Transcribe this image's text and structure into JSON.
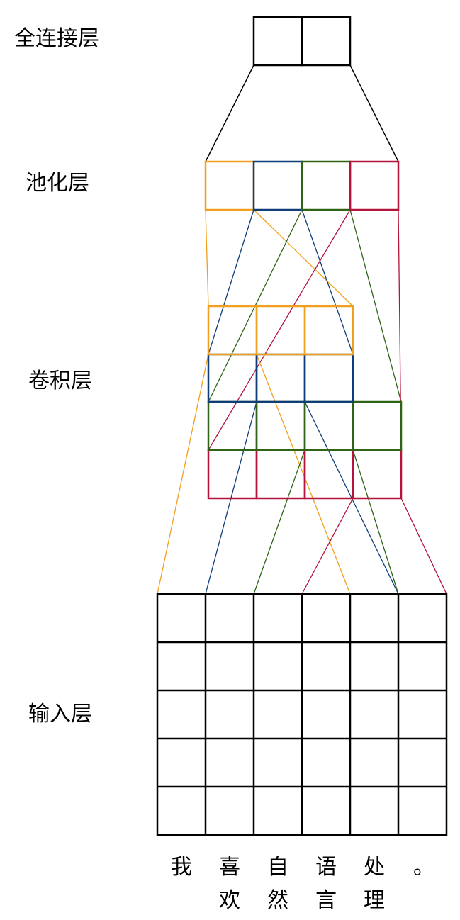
{
  "layers": {
    "fc": "全连接层",
    "pool": "池化层",
    "conv": "卷积层",
    "input": "输入层"
  },
  "tokens": [
    {
      "top": "我",
      "bottom": ""
    },
    {
      "top": "喜",
      "bottom": "欢"
    },
    {
      "top": "自",
      "bottom": "然"
    },
    {
      "top": "语",
      "bottom": "言"
    },
    {
      "top": "处",
      "bottom": "理"
    },
    {
      "top": "。",
      "bottom": ""
    }
  ],
  "colors": {
    "black": "#000000",
    "orange": "#f0a01e",
    "blue": "#0f3d78",
    "green": "#2e6414",
    "red": "#b4143c"
  },
  "structure": {
    "fc_units": 2,
    "pool_units": 4,
    "pool_colors": [
      "orange",
      "blue",
      "green",
      "red"
    ],
    "conv_rows": [
      {
        "color": "orange",
        "cells": 3
      },
      {
        "color": "blue",
        "cells": 3
      },
      {
        "color": "green",
        "cells": 4
      },
      {
        "color": "red",
        "cells": 4
      }
    ],
    "input_rows": 5,
    "input_cols": 6
  }
}
